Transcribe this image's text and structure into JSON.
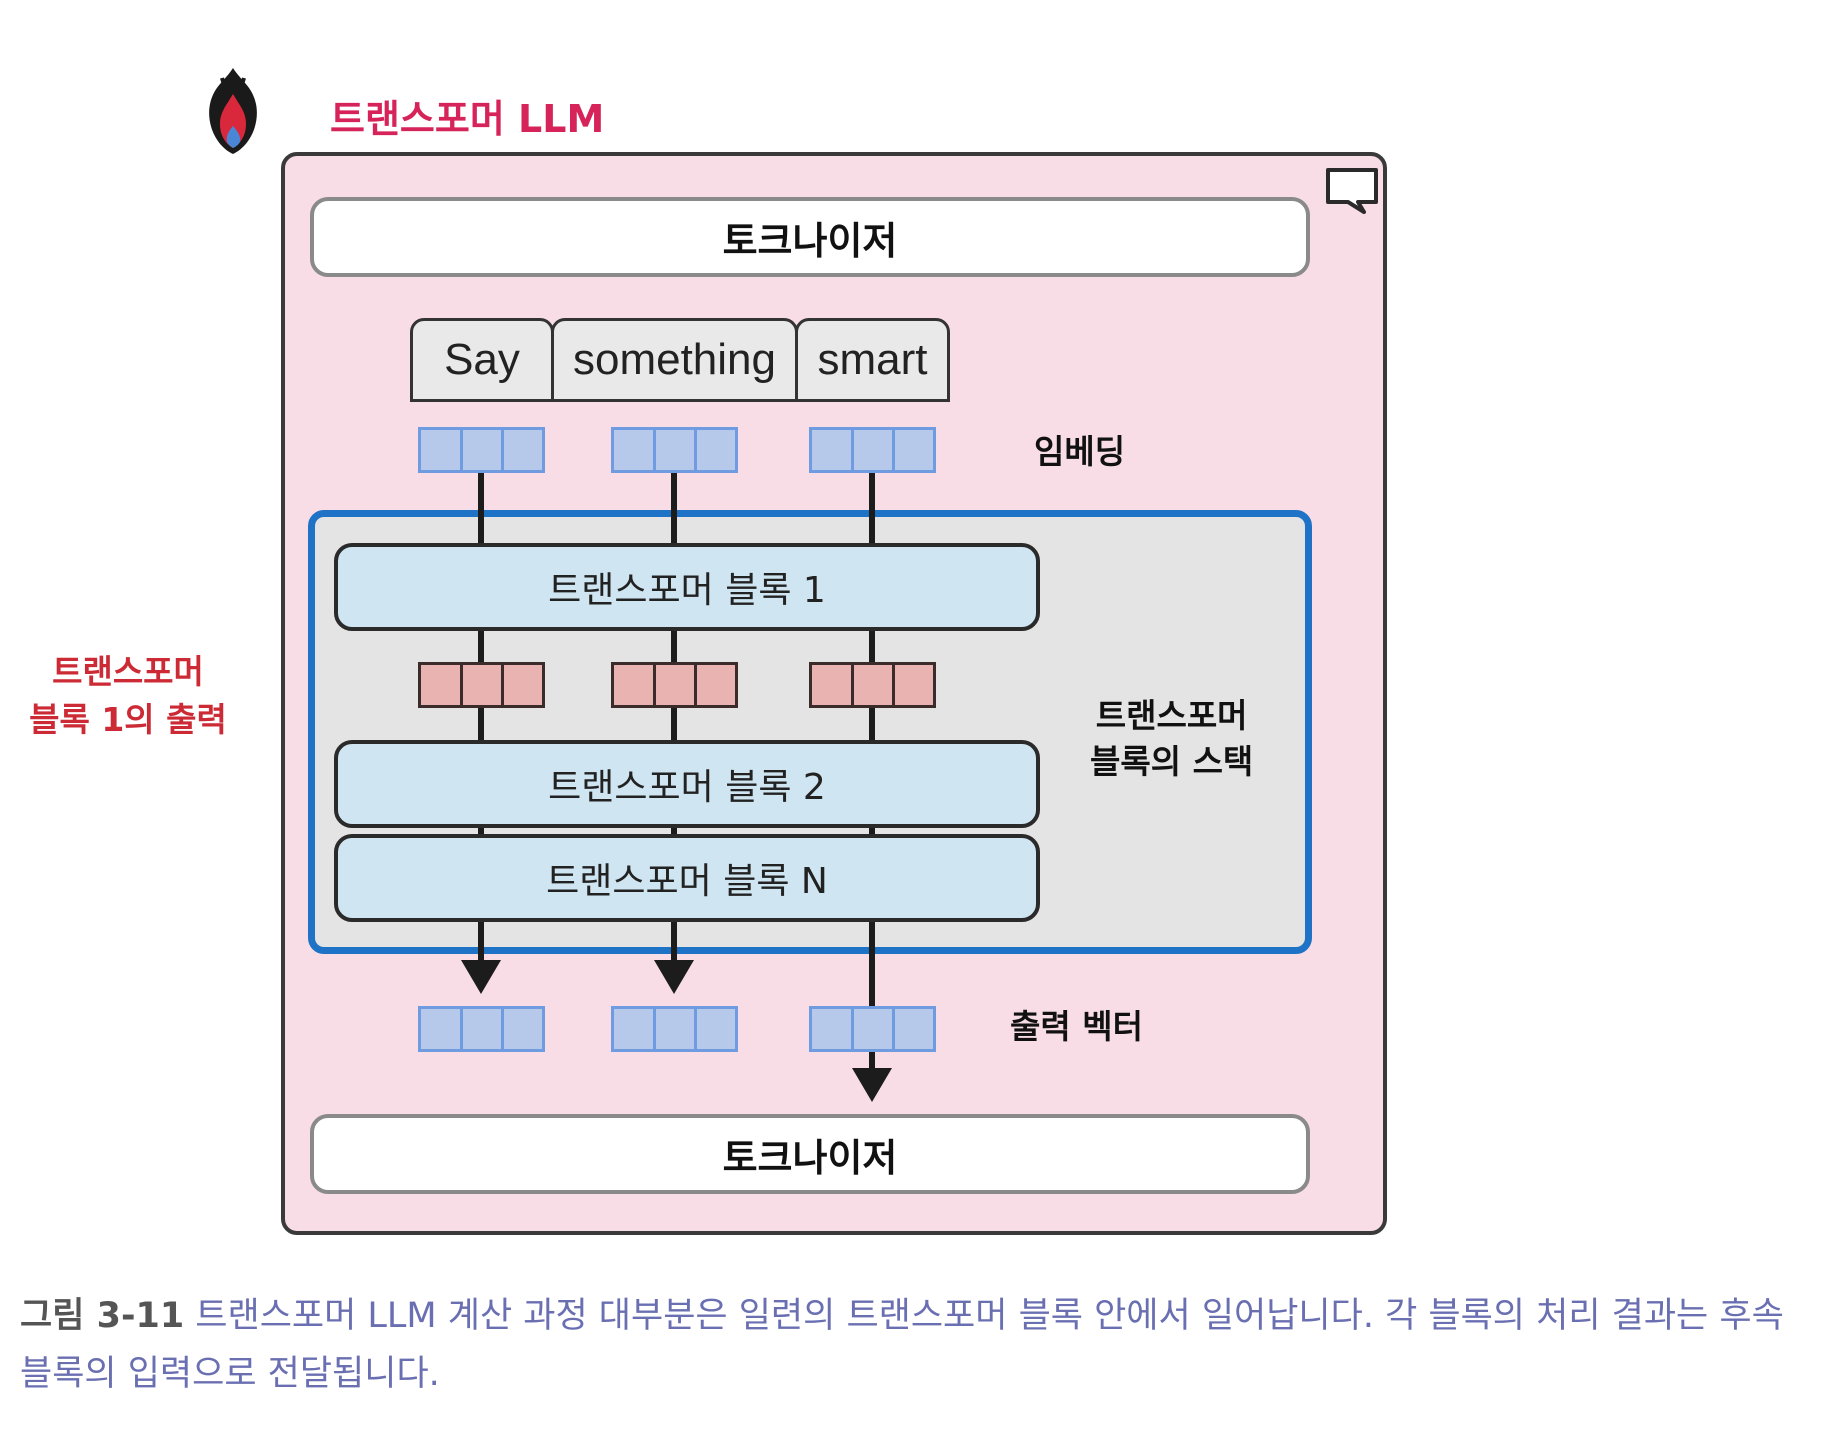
{
  "diagram": {
    "title": "트랜스포머 LLM",
    "tokenizer_top": "토크나이저",
    "tokenizer_bottom": "토크나이저",
    "tokens": [
      "Say",
      "something",
      "smart"
    ],
    "embedding_label": "임베딩",
    "blocks": [
      "트랜스포머 블록 1",
      "트랜스포머 블록 2",
      "트랜스포머 블록 N"
    ],
    "stack_label_line1": "트랜스포머",
    "stack_label_line2": "블록의 스택",
    "block1_output_line1": "트랜스포머",
    "block1_output_line2": "블록 1의 출력",
    "output_vector_label": "출력 벡터",
    "colors": {
      "title": "#d6245a",
      "llm_background": "#f8dde6",
      "stack_border": "#1f73c6",
      "block_fill": "#cfe5f1",
      "embedding_vector": "#b7c9ea",
      "intermediate_vector": "#e9b3b1",
      "side_label_red": "#cc2b36"
    }
  },
  "caption": {
    "label": "그림 3-11",
    "text": " 트랜스포머 LLM 계산 과정 대부분은 일련의 트랜스포머 블록 안에서 일어납니다. 각 블록의 처리 결과는 후속 블록의 입력으로 전달됩니다."
  }
}
